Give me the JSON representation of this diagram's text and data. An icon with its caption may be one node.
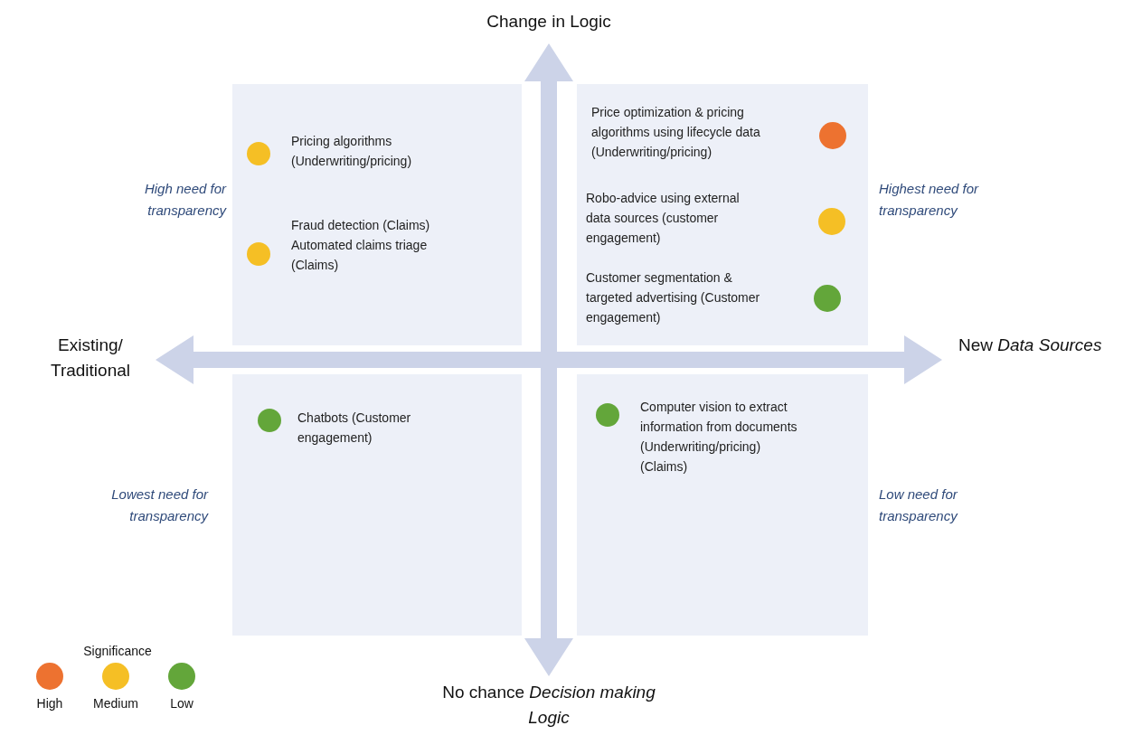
{
  "diagram": {
    "nodes": [
      {
        "text": [],
        "shape": "box"
      },
      {
        "text": [],
        "shape": "circle",
        "in": 0
      },
      {
        "text": [
          "Pricing algorithms (Underwriting/pricing)"
        ],
        "in": 0
      },
      {
        "text": [],
        "shape": "circle",
        "in": 0
      },
      {
        "text": [
          "Fraud detection (Claims) Automated claims triage (Claims)"
        ],
        "in": 0
      },
      {
        "text": [],
        "shape": "box"
      },
      {
        "text": [
          "Price optimization & pricing algorithms using lifecycle data (Underwriting/pricing)"
        ],
        "in": 5
      },
      {
        "text": [],
        "shape": "circle",
        "in": 5
      },
      {
        "text": [
          "Robo-advice using external data sources (customer engagement)"
        ],
        "in": 5
      },
      {
        "text": [],
        "shape": "circle",
        "in": 5
      },
      {
        "text": [
          "Customer segmentation & targeted advertising (Customer engagement)"
        ],
        "in": 5
      },
      {
        "text": [],
        "shape": "circle",
        "in": 5
      },
      {
        "text": [],
        "shape": "box"
      },
      {
        "text": [],
        "shape": "circle",
        "in": 12
      },
      {
        "text": [
          "Chatbots (Customer engagement)"
        ],
        "in": 12
      },
      {
        "text": [],
        "shape": "box"
      },
      {
        "text": [],
        "shape": "circle",
        "in": 15
      },
      {
        "text": [
          "Computer vision to extract information from documents (Underwriting/pricing) (Claims)"
        ],
        "in": 15
      }
    ],
    "edges": [],
    "labels": [
      "Change in Logic",
      "*High need for transparency*",
      "*Highest need for transparency*",
      "Existing/ Traditional",
      "New *Data Sources*",
      "*Lowest need for transparency*",
      "*Low need for transparency*",
      "Significance",
      "No chance *Decision making Logic*"
    ],
    "legend": [
      {
        "text": "High",
        "color": "#ed7230"
      },
      {
        "text": "Medium",
        "color": "#f5bf25"
      },
      {
        "text": "Low",
        "color": "#63a63a"
      }
    ]
  }
}
